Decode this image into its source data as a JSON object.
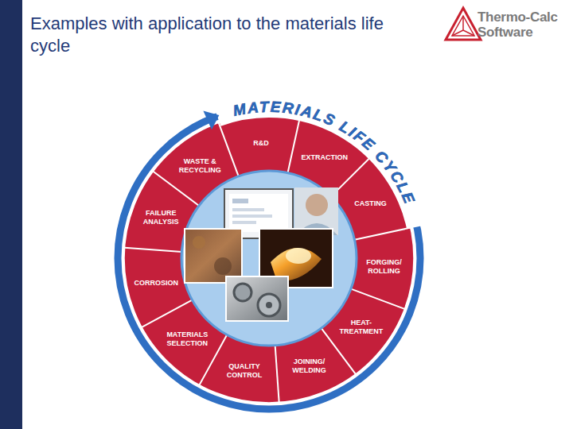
{
  "diagram": {
    "title": "Examples with application to the materials life cycle",
    "nodes": [
      {
        "text": [
          "R&D"
        ]
      },
      {
        "text": [
          "EXTRACTION"
        ]
      },
      {
        "text": [
          "CASTING"
        ]
      },
      {
        "text": [
          "FORGING/ ROLLING"
        ]
      },
      {
        "text": [
          "HEAT- TREATMENT"
        ]
      },
      {
        "text": [
          "JOINING/ WELDING"
        ]
      },
      {
        "text": [
          "QUALITY CONTROL"
        ]
      },
      {
        "text": [
          "MATERIALS SELECTION"
        ]
      },
      {
        "text": [
          "CORROSION"
        ]
      },
      {
        "text": [
          "FAILURE ANALYSIS"
        ]
      },
      {
        "text": [
          "WASTE & RECYCLING"
        ]
      }
    ],
    "labels": [
      "Thermo-Calc",
      "Software",
      "MATERIALS LIFE CYCLE"
    ]
  }
}
